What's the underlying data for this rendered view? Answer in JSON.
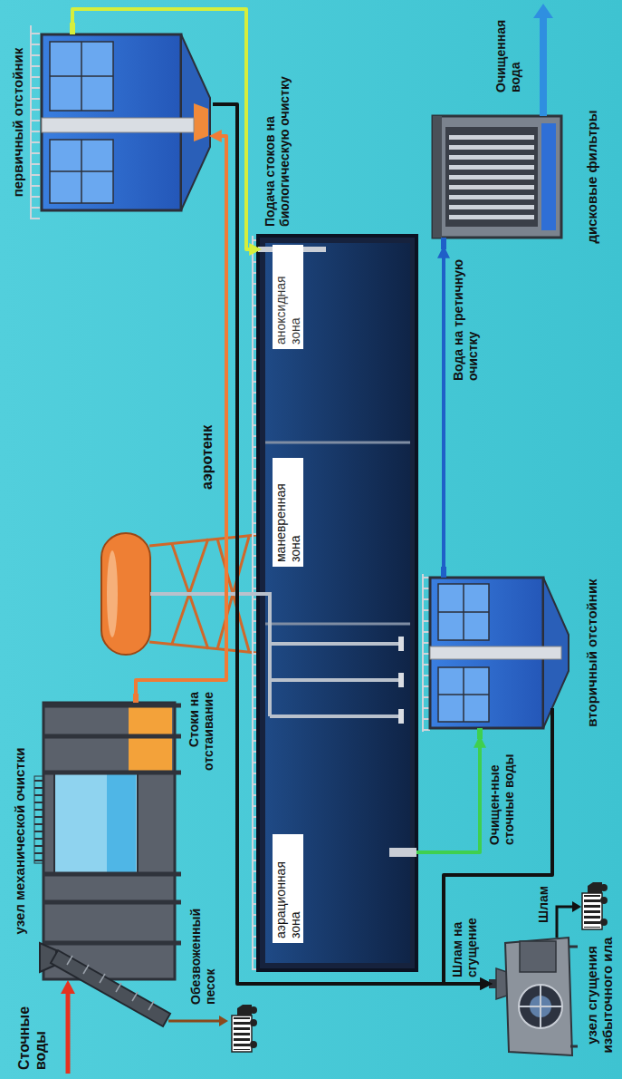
{
  "diagram": {
    "nodes": [
      {
        "text": [
          "узел механической очистки"
        ]
      },
      {
        "text": [
          "первичный отстойник"
        ]
      },
      {
        "text": [
          "аэротенк"
        ]
      },
      {
        "text": [
          "аэрационная зона"
        ],
        "in": 2
      },
      {
        "text": [
          "маневренная зона"
        ],
        "in": 2
      },
      {
        "text": [
          "аноксидная зона"
        ],
        "in": 2
      },
      {
        "text": [
          "вторичный отстойник"
        ]
      },
      {
        "text": [
          "дисковые фильтры"
        ]
      },
      {
        "text": [
          "узел сгущения избыточного ила"
        ]
      }
    ],
    "edges": [
      {
        "from": 0,
        "to": 1,
        "arrow": "to",
        "label": "Стоки на отстаивание"
      },
      {
        "from": 1,
        "to": 2,
        "arrow": "to",
        "label": "Подача стоков на биологическую очистку"
      },
      {
        "from": 2,
        "to": 6,
        "arrow": "to",
        "label": "Очищен-ные сточные воды"
      },
      {
        "from": 6,
        "to": 7,
        "arrow": "to",
        "label": "Вода на третичную очистку"
      },
      {
        "from": 1,
        "to": 8,
        "arrow": "to",
        "label": "Шлам на сгущение"
      },
      {
        "from": 6,
        "to": 8,
        "arrow": "to"
      }
    ],
    "labels": [
      "Сточные воды",
      "Обезвоженный песок",
      "Шлам",
      "Очищенная вода"
    ]
  }
}
